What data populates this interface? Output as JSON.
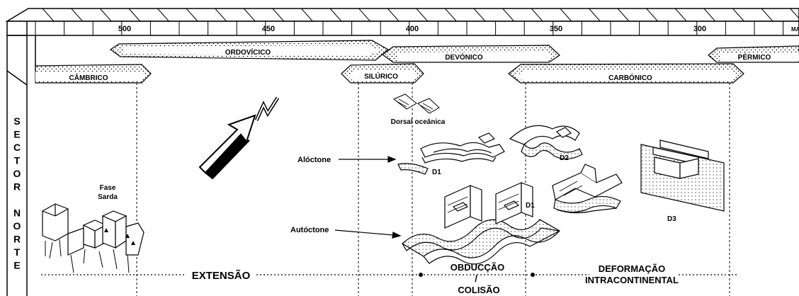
{
  "time_scale": {
    "unit_label": "MA",
    "ticks": [
      "500",
      "450",
      "400",
      "350",
      "300"
    ]
  },
  "periods": {
    "ordovicico": "ORDOVÍCICO",
    "devonico": "DEVÓNICO",
    "permico": "PÉRMICO",
    "cambrico": "CÂMBRICO",
    "silurico": "SILÚRICO",
    "carbonico": "CARBÓNICO"
  },
  "sector_label": [
    "S",
    "E",
    "C",
    "T",
    "O",
    "R",
    "",
    "N",
    "O",
    "R",
    "T",
    "E"
  ],
  "labels": {
    "fase_sarda_1": "Fase",
    "fase_sarda_2": "Sarda",
    "dorsal": "Dorsal oceânica",
    "aloctone": "Alóctone",
    "autoctone": "Autóctone",
    "d1_upper": "D1",
    "d1_lower": "D1",
    "d2": "D2",
    "d3": "D3"
  },
  "phases": {
    "extensao": "EXTENSÃO",
    "obduccao": "OBDUCÇÃO",
    "slash": "/",
    "colisao": "COLISÃO",
    "deformacao_1": "DEFORMAÇÃO",
    "deformacao_2": "INTRACONTINENTAL"
  }
}
